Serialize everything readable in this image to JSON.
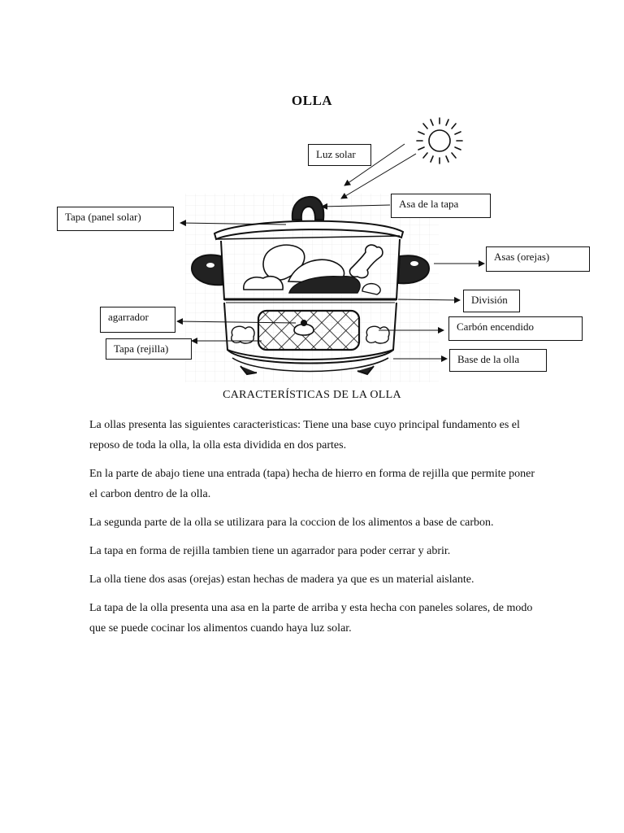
{
  "document": {
    "title": "OLLA",
    "diagram": {
      "labels": {
        "luz_solar": "Luz solar",
        "asa_tapa": "Asa de la tapa",
        "tapa_panel": "Tapa (panel solar)",
        "asas": "Asas (orejas)",
        "division": "División",
        "agarrador": "agarrador",
        "carbon": "Carbón encendido",
        "tapa_rejilla": "Tapa (rejilla)",
        "base": "Base de la olla"
      }
    },
    "section_heading": "CARACTERÍSTICAS DE LA OLLA",
    "paragraphs": [
      "La ollas presenta las siguientes caracteristicas: Tiene una base cuyo principal fundamento es el reposo de toda la olla, la olla esta dividida en dos partes.",
      "En la parte de abajo tiene una entrada (tapa) hecha de hierro en forma de rejilla que permite poner el carbon dentro de la olla.",
      "La segunda parte de la olla se utilizara para la coccion de los alimentos a base de carbon.",
      "La tapa en forma de rejilla tambien tiene un agarrador para poder cerrar y abrir.",
      "La olla tiene dos asas (orejas) estan hechas de madera ya que es un material aislante.",
      "La tapa de la olla presenta una asa en la parte de arriba y esta hecha con paneles solares, de modo que se puede cocinar los alimentos cuando haya luz solar."
    ]
  }
}
